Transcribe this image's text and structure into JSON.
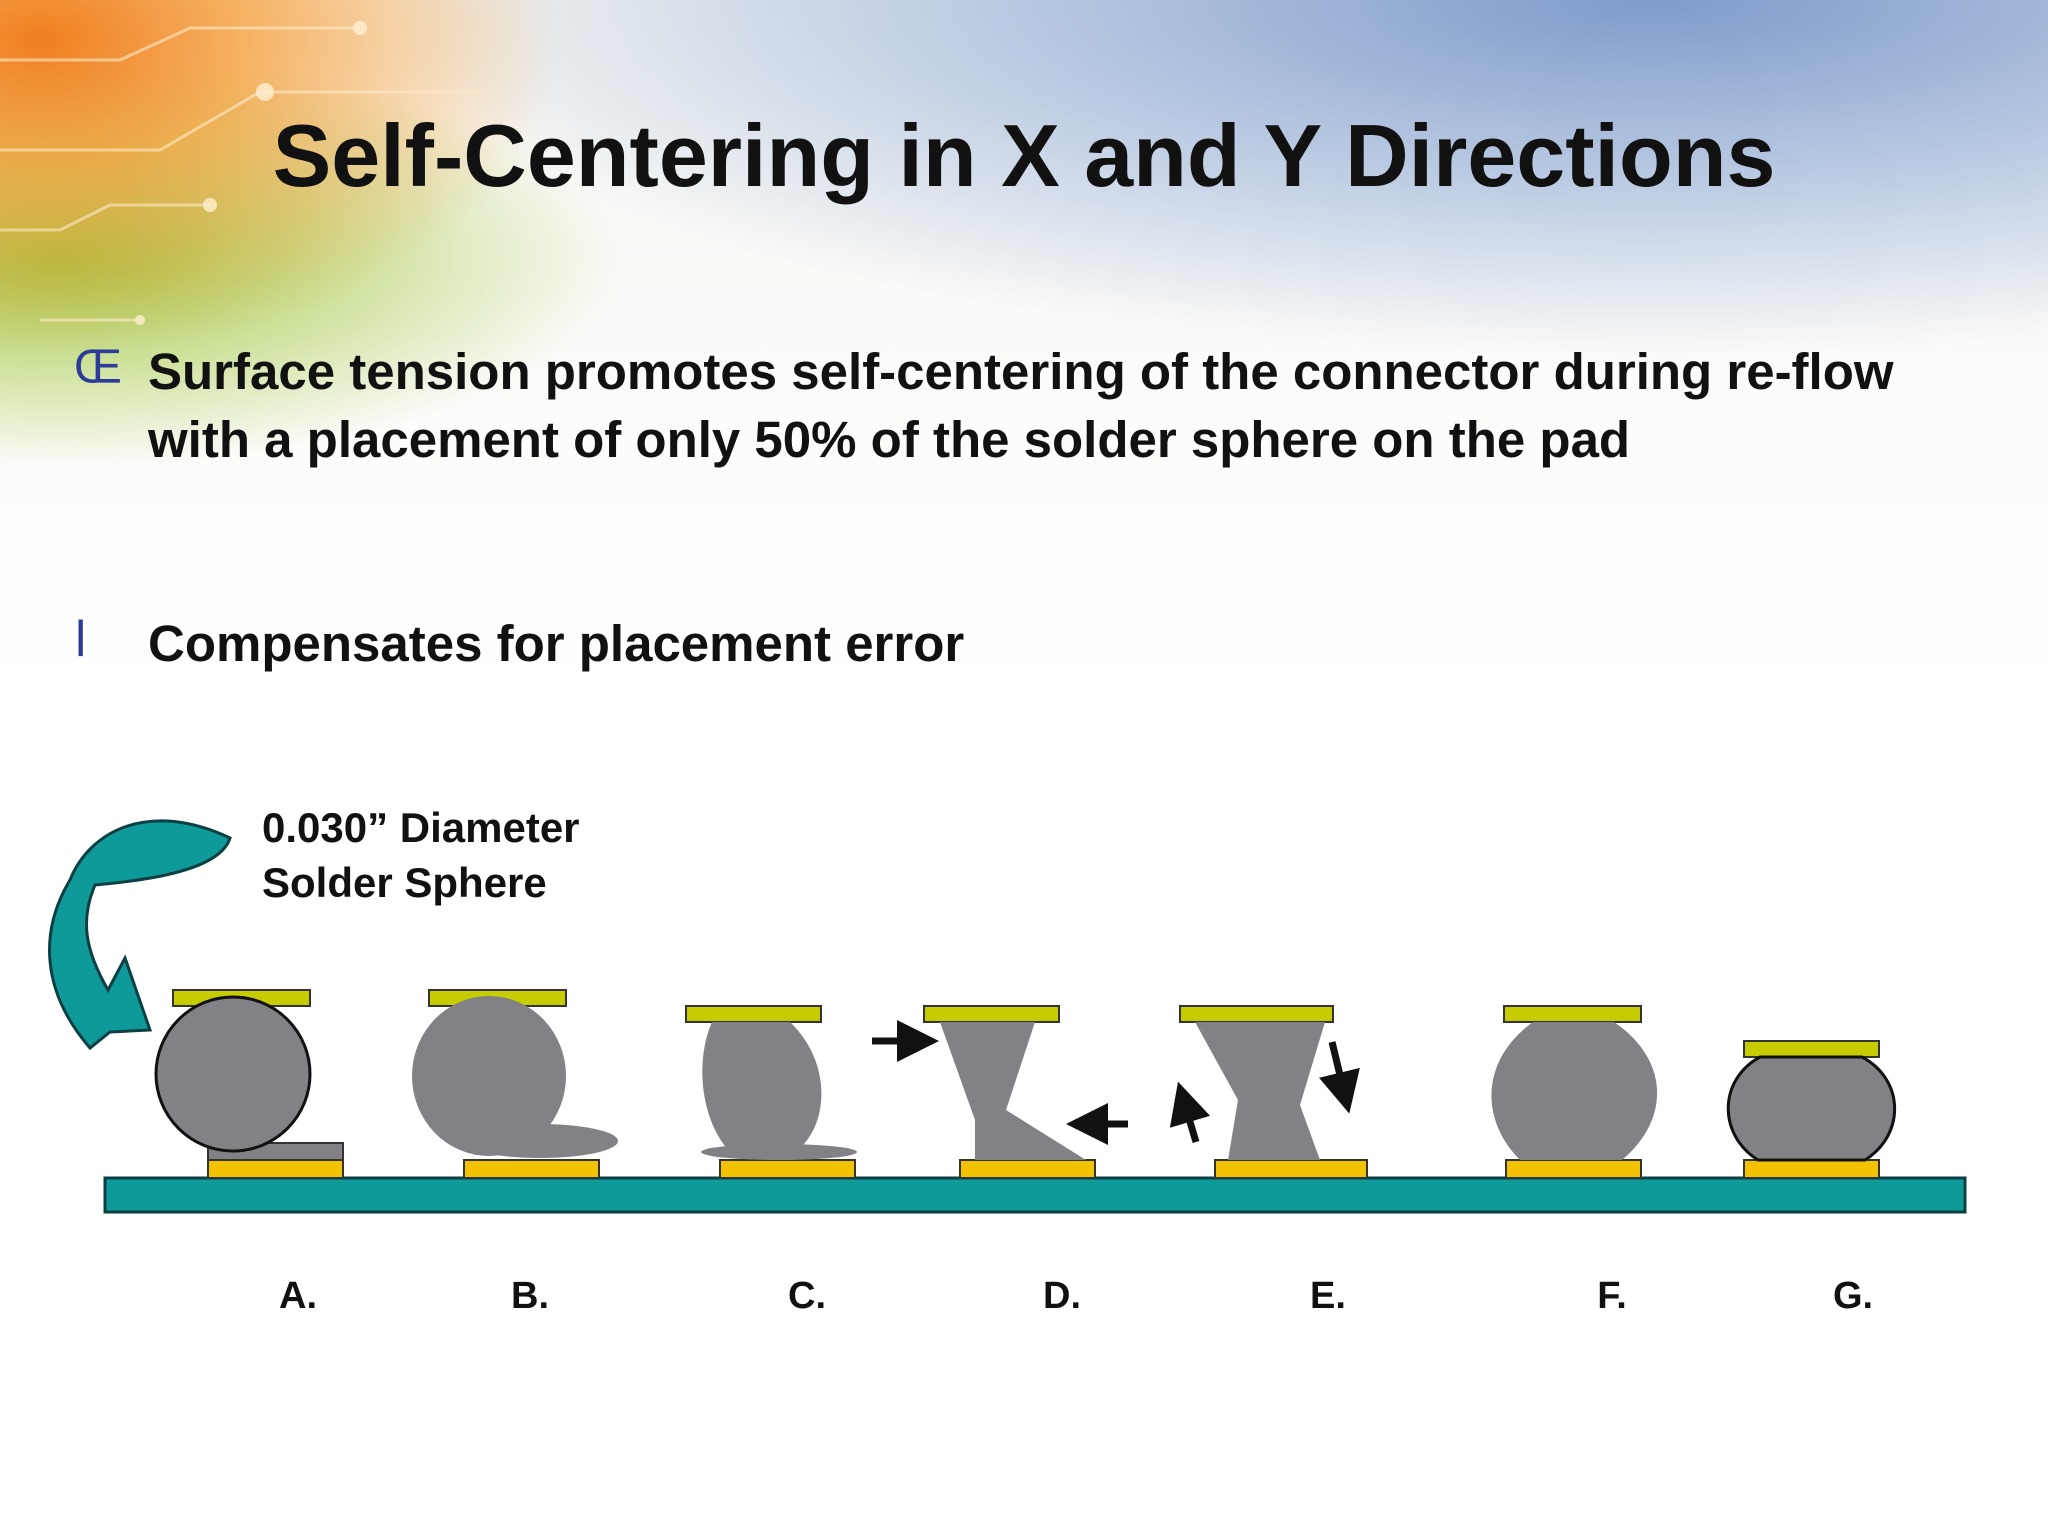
{
  "slide": {
    "title": "Self-Centering in X and Y Directions",
    "bullets": [
      {
        "marker": "Œ",
        "text": "Surface tension promotes self-centering of the connector during re-flow with a placement of only 50% of the solder sphere on the pad"
      },
      {
        "marker": "l",
        "text": "Compensates for placement error"
      }
    ]
  },
  "diagram": {
    "sphere_label_line1": "0.030” Diameter",
    "sphere_label_line2": "Solder Sphere",
    "stages": [
      "A.",
      "B.",
      "C.",
      "D.",
      "E.",
      "F.",
      "G."
    ],
    "colors": {
      "board": "#0e9a98",
      "pad": "#f2c200",
      "connector_pad": "#c6cc00",
      "solder": "#828185",
      "arrow": "#0e9a98",
      "direction_arrows": "#111111"
    }
  }
}
